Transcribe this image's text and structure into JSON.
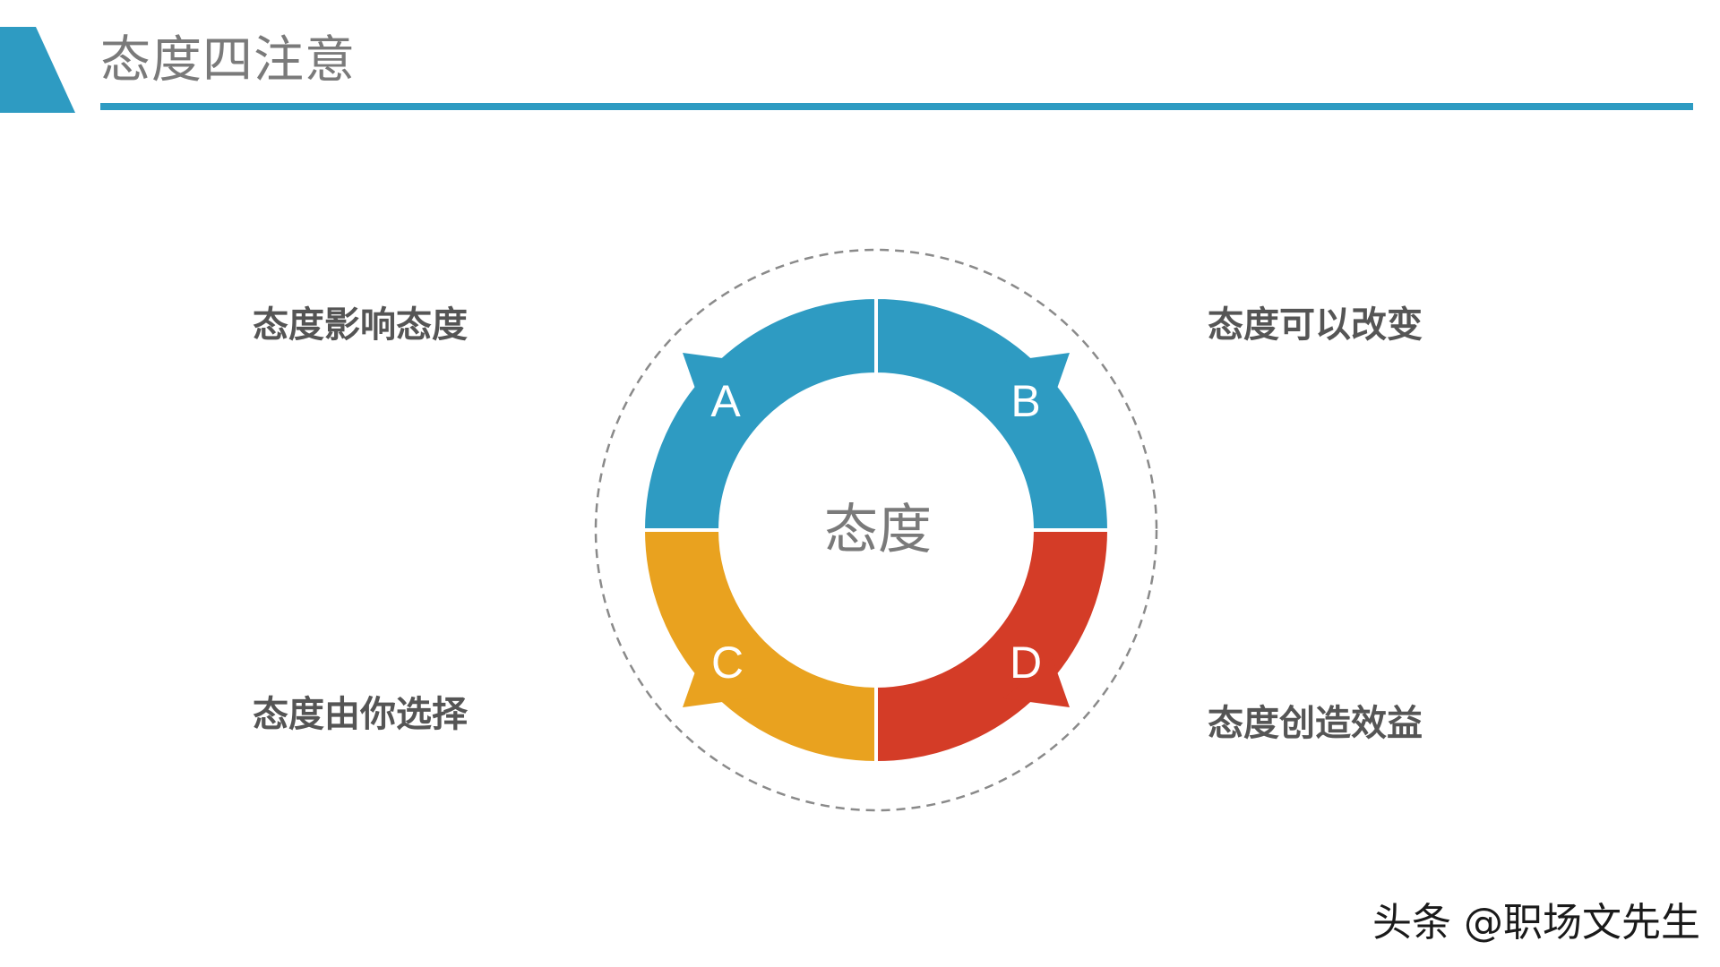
{
  "slide": {
    "title": "态度四注意",
    "accent_color": "#2e9bc2"
  },
  "diagram": {
    "center_label": "态度",
    "segments": [
      {
        "letter": "A",
        "text": "态度影响态度",
        "color": "#2e9bc2"
      },
      {
        "letter": "B",
        "text": "态度可以改变",
        "color": "#2e9bc2"
      },
      {
        "letter": "C",
        "text": "态度由你选择",
        "color": "#e9a21f"
      },
      {
        "letter": "D",
        "text": "态度创造效益",
        "color": "#d43c27"
      }
    ],
    "outer_ring_style": "dashed-gray"
  },
  "watermark": {
    "text": "头条 @职场文先生"
  }
}
